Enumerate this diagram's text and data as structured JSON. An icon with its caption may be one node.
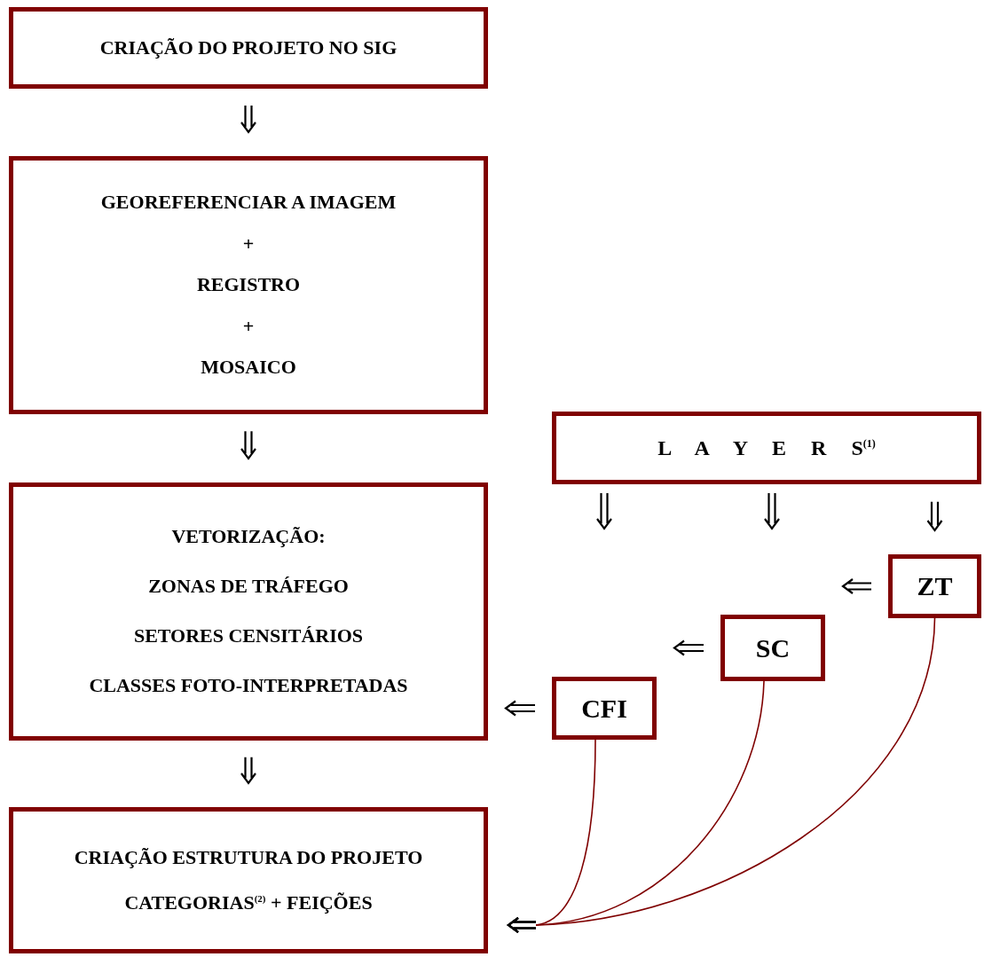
{
  "diagram": {
    "nodes": [
      {
        "text": [
          "CRIAÇÃO DO PROJETO NO SIG"
        ]
      },
      {
        "text": [
          "GEOREFERENCIAR A IMAGEM",
          "+",
          "REGISTRO",
          "+",
          "MOSAICO"
        ]
      },
      {
        "text": [
          "L A Y E R S$^{(1)}$"
        ]
      },
      {
        "text": [
          "VETORIZAÇÃO:",
          "ZONAS DE TRÁFEGO",
          "SETORES CENSITÁRIOS",
          "CLASSES FOTO-INTERPRETADAS"
        ]
      },
      {
        "text": [
          "ZT"
        ]
      },
      {
        "text": [
          "SC"
        ]
      },
      {
        "text": [
          "CFI"
        ]
      },
      {
        "text": [
          "CRIAÇÃO ESTRUTURA DO PROJETO",
          "CATEGORIAS$^{(2)}$ + FEIÇÕES"
        ]
      }
    ],
    "edges": [
      {
        "from": 0,
        "to": 1,
        "arrow": "to"
      },
      {
        "from": 1,
        "to": 3,
        "arrow": "to"
      },
      {
        "from": 3,
        "to": 7,
        "arrow": "to"
      },
      {
        "from": 2,
        "to": null,
        "arrow": "to"
      },
      {
        "from": 2,
        "to": null,
        "arrow": "to"
      },
      {
        "from": 2,
        "to": 4,
        "arrow": "to"
      },
      {
        "from": 4,
        "to": 5,
        "arrow": "to"
      },
      {
        "from": 5,
        "to": 6,
        "arrow": "to"
      },
      {
        "from": 6,
        "to": 3,
        "arrow": "to"
      },
      {
        "from": 6,
        "to": 7,
        "arrow": "to",
        "color": "#7f0000"
      },
      {
        "from": 5,
        "to": 7,
        "arrow": "to",
        "color": "#7f0000"
      },
      {
        "from": 4,
        "to": 7,
        "arrow": "to",
        "color": "#7f0000"
      }
    ]
  }
}
